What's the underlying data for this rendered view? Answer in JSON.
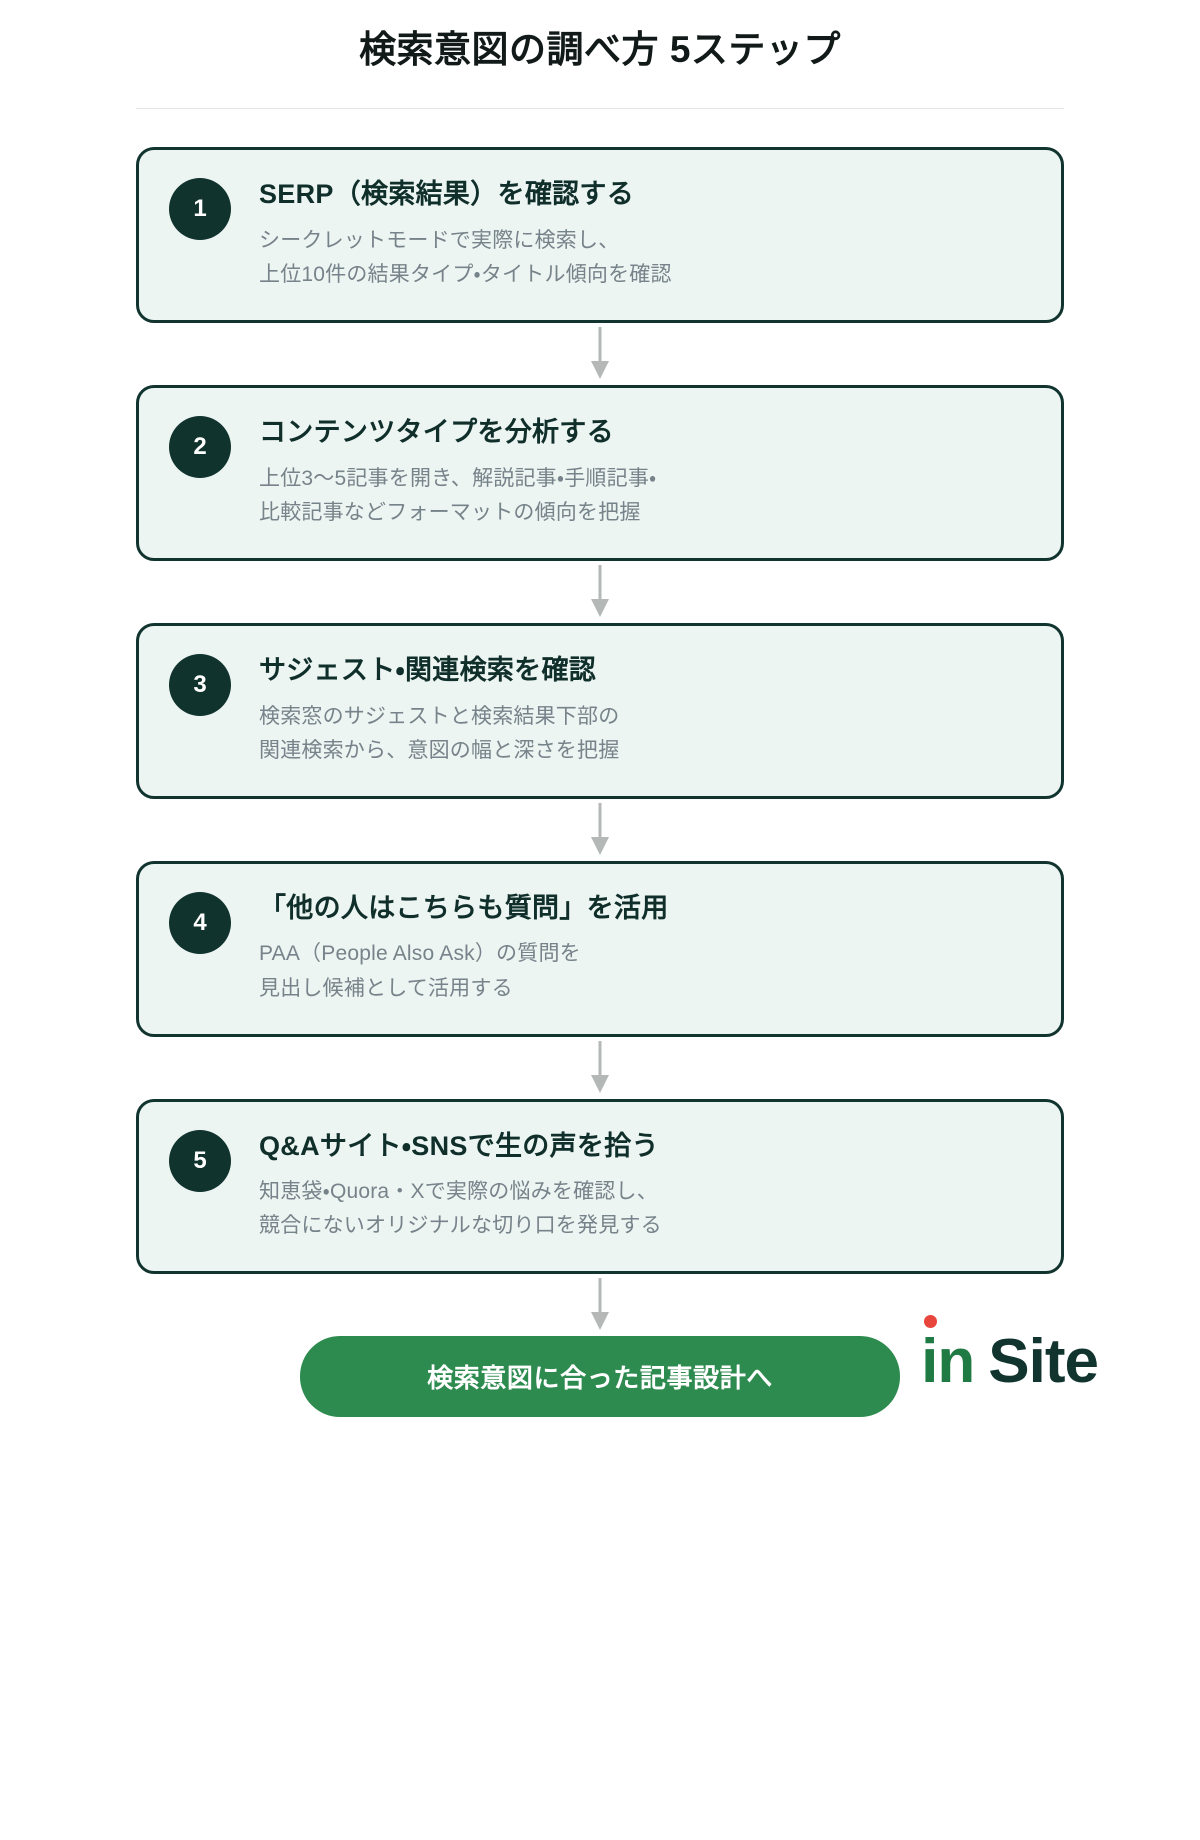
{
  "header": {
    "title": "検索意図の調べ方 5ステップ"
  },
  "steps": [
    {
      "number": "1",
      "title": "SERP（検索結果）を確認する",
      "desc_lines": [
        "シークレットモードで実際に検索し、",
        "上位10件の結果タイプ・タイトル傾向を確認"
      ]
    },
    {
      "number": "2",
      "title": "コンテンツタイプを分析する",
      "desc_lines": [
        "上位3〜5記事を開き、解説記事・手順記事・",
        "比較記事などフォーマットの傾向を把握"
      ]
    },
    {
      "number": "3",
      "title": "サジェスト・関連検索を確認",
      "desc_lines": [
        "検索窓のサジェストと検索結果下部の",
        "関連検索から、意図の幅と深さを把握"
      ]
    },
    {
      "number": "4",
      "title": "「他の人はこちらも質問」を活用",
      "desc_lines": [
        "PAA（People Also Ask）の質問を",
        "見出し候補として活用する"
      ]
    },
    {
      "number": "5",
      "title": "Q&Aサイト・SNSで生の声を拾う",
      "desc_lines": [
        "知恵袋・Quora・Xで実際の悩みを確認し、",
        "競合にないオリジナルな切り口を発見する"
      ]
    }
  ],
  "cta": {
    "label": "検索意図に合った記事設計へ"
  },
  "logo": {
    "first": "in",
    "second": "Site"
  },
  "colors": {
    "card_border": "#12342f",
    "card_background": "#edf5f2",
    "badge_background": "#11332e",
    "title_text": "#111a18",
    "desc_text": "#77838a",
    "cta_background": "#2e8b4f",
    "arrow": "#b4b9b8",
    "logo_accent": "#e8453c",
    "logo_green": "#1f7a43"
  }
}
